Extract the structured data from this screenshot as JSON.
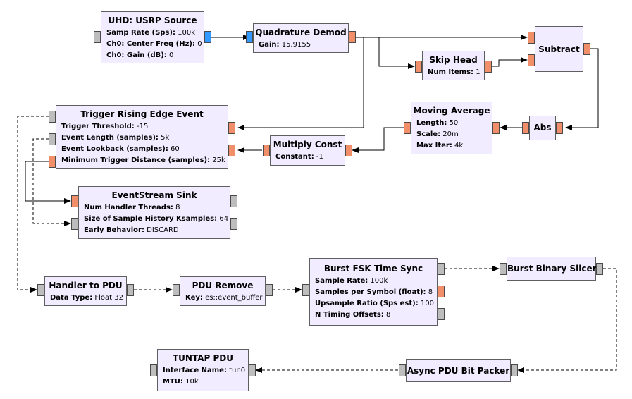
{
  "blocks": {
    "usrp": {
      "title": "UHD: USRP Source",
      "params": [
        {
          "k": "Samp Rate (Sps):",
          "v": "100k"
        },
        {
          "k": "Ch0: Center Freq (Hz):",
          "v": "0"
        },
        {
          "k": "Ch0: Gain (dB):",
          "v": "0"
        }
      ]
    },
    "quad": {
      "title": "Quadrature Demod",
      "params": [
        {
          "k": "Gain:",
          "v": "15.9155"
        }
      ]
    },
    "subtract": {
      "title": "Subtract",
      "params": []
    },
    "skiphead": {
      "title": "Skip Head",
      "params": [
        {
          "k": "Num Items:",
          "v": "1"
        }
      ]
    },
    "trigger": {
      "title": "Trigger Rising Edge Event",
      "params": [
        {
          "k": "Trigger Threshold:",
          "v": "-15"
        },
        {
          "k": "Event Length (samples):",
          "v": "5k"
        },
        {
          "k": "Event Lookback (samples):",
          "v": "60"
        },
        {
          "k": "Minimum Trigger Distance (samples):",
          "v": "25k"
        }
      ]
    },
    "movavg": {
      "title": "Moving Average",
      "params": [
        {
          "k": "Length:",
          "v": "50"
        },
        {
          "k": "Scale:",
          "v": "20m"
        },
        {
          "k": "Max Iter:",
          "v": "4k"
        }
      ]
    },
    "abs": {
      "title": "Abs",
      "params": []
    },
    "multconst": {
      "title": "Multiply Const",
      "params": [
        {
          "k": "Constant:",
          "v": "-1"
        }
      ]
    },
    "eventsink": {
      "title": "EventStream Sink",
      "params": [
        {
          "k": "Num Handler Threads:",
          "v": "8"
        },
        {
          "k": "Size of Sample History Ksamples:",
          "v": "64"
        },
        {
          "k": "Early Behavior:",
          "v": "DISCARD"
        }
      ]
    },
    "handler": {
      "title": "Handler to PDU",
      "params": [
        {
          "k": "Data Type:",
          "v": "Float 32"
        }
      ]
    },
    "pduremove": {
      "title": "PDU Remove",
      "params": [
        {
          "k": "Key:",
          "v": "es::event_buffer"
        }
      ]
    },
    "fsksync": {
      "title": "Burst FSK Time Sync",
      "params": [
        {
          "k": "Sample Rate:",
          "v": "100k"
        },
        {
          "k": "Samples per Symbol (float):",
          "v": "8"
        },
        {
          "k": "Upsample Ratio (Sps est):",
          "v": "100"
        },
        {
          "k": "N Timing Offsets:",
          "v": "8"
        }
      ]
    },
    "slicer": {
      "title": "Burst Binary Slicer",
      "params": []
    },
    "tuntap": {
      "title": "TUNTAP PDU",
      "params": [
        {
          "k": "Interface Name:",
          "v": "tun0"
        },
        {
          "k": "MTU:",
          "v": "10k"
        }
      ]
    },
    "packer": {
      "title": "Async PDU Bit Packer",
      "params": []
    }
  },
  "colors": {
    "block_bg": "#f1ecff",
    "port_float": "#f08f69",
    "port_complex": "#3399ff",
    "port_message": "#bdbdbd"
  }
}
